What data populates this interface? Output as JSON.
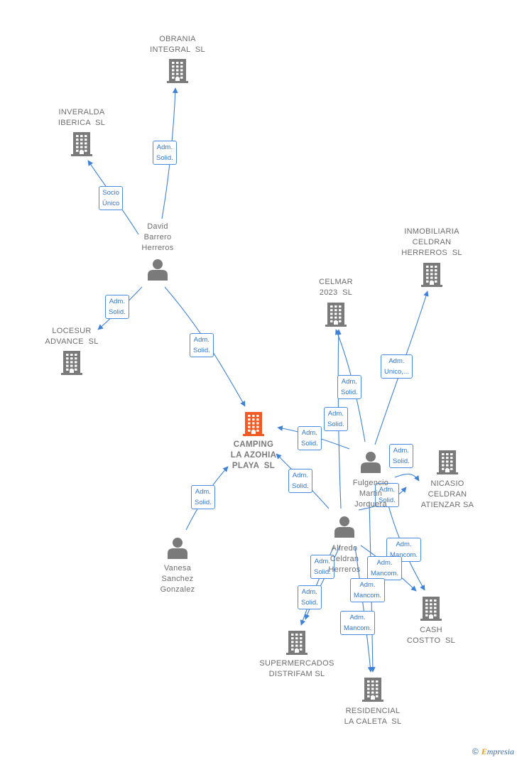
{
  "colors": {
    "edge": "#3d82d8",
    "node": "#7a7a7a",
    "main": "#f15a24"
  },
  "nodes": [
    {
      "id": "obrania",
      "type": "company",
      "label": "OBRANIA\nINTEGRAL  SL"
    },
    {
      "id": "inveralda",
      "type": "company",
      "label": "INVERALDA\nIBERICA  SL"
    },
    {
      "id": "david",
      "type": "person",
      "label": "David\nBarrero\nHerreros"
    },
    {
      "id": "locesur",
      "type": "company",
      "label": "LOCESUR\nADVANCE  SL"
    },
    {
      "id": "camping",
      "type": "company",
      "main": true,
      "label": "CAMPING\nLA AZOHIA\nPLAYA  SL"
    },
    {
      "id": "celmar",
      "type": "company",
      "label": "CELMAR\n2023  SL"
    },
    {
      "id": "inmobiliaria",
      "type": "company",
      "label": "INMOBILIARIA\nCELDRAN\nHERREROS  SL"
    },
    {
      "id": "fulgencio",
      "type": "person",
      "label": "Fulgencio\nMartin\nJorquera"
    },
    {
      "id": "nicasio",
      "type": "company",
      "label": "NICASIO\nCELDRAN\nATIENZAR SA"
    },
    {
      "id": "alfredo",
      "type": "person",
      "label": "Alfredo\nCeldran\nHerreros"
    },
    {
      "id": "vanesa",
      "type": "person",
      "label": "Vanesa\nSanchez\nGonzalez"
    },
    {
      "id": "cash",
      "type": "company",
      "label": "CASH\nCOSTTO  SL"
    },
    {
      "id": "supermercados",
      "type": "company",
      "label": "SUPERMERCADOS\nDISTRIFAM SL"
    },
    {
      "id": "residencial",
      "type": "company",
      "label": "RESIDENCIAL\nLA CALETA  SL"
    }
  ],
  "edges": [
    {
      "from": "david",
      "to": "obrania",
      "label": "Adm.\nSolid."
    },
    {
      "from": "david",
      "to": "inveralda",
      "label": "Socio\nÚnico"
    },
    {
      "from": "david",
      "to": "locesur",
      "label": "Adm.\nSolid."
    },
    {
      "from": "david",
      "to": "camping",
      "label": "Adm.\nSolid."
    },
    {
      "from": "fulgencio",
      "to": "celmar",
      "label": "Adm.\nSolid."
    },
    {
      "from": "fulgencio",
      "to": "inmobiliaria",
      "label": "Adm.\nUnico,..."
    },
    {
      "from": "fulgencio",
      "to": "camping",
      "label": "Adm.\nSolid."
    },
    {
      "from": "fulgencio",
      "to": "nicasio",
      "label": "Adm.\nSolid."
    },
    {
      "from": "fulgencio",
      "to": "cash",
      "label": "Adm.\nMancom."
    },
    {
      "from": "fulgencio",
      "to": "residencial",
      "label": "Adm.\nMancom."
    },
    {
      "from": "alfredo",
      "to": "celmar",
      "label": "Adm.\nSolid."
    },
    {
      "from": "alfredo",
      "to": "camping",
      "label": "Adm.\nSolid."
    },
    {
      "from": "alfredo",
      "to": "nicasio",
      "label": "Adm.\nSolid."
    },
    {
      "from": "alfredo",
      "to": "supermercados",
      "label": "Adm.\nSolid."
    },
    {
      "from": "alfredo",
      "to": "supermercados",
      "label": "Adm.\nSolid."
    },
    {
      "from": "alfredo",
      "to": "cash",
      "label": "Adm.\nMancom."
    },
    {
      "from": "alfredo",
      "to": "residencial",
      "label": "Adm.\nMancom."
    },
    {
      "from": "vanesa",
      "to": "camping",
      "label": "Adm.\nSolid."
    }
  ],
  "footer": {
    "copyright": "©",
    "brand_initial": "E",
    "brand_rest": "mpresia"
  }
}
